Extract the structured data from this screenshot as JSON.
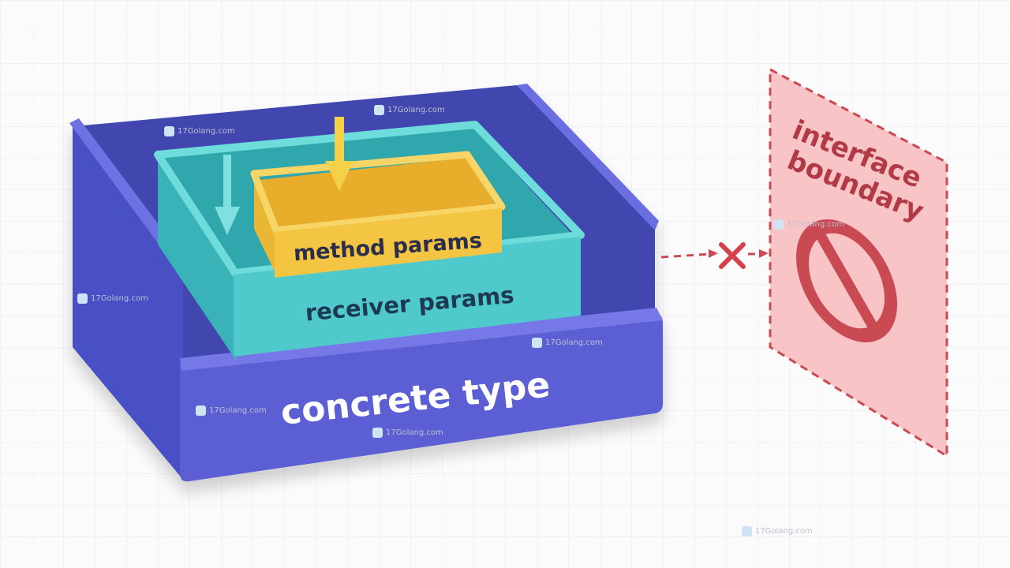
{
  "labels": {
    "outer_box": "concrete type",
    "middle_box": "receiver params",
    "inner_box": "method params",
    "boundary": [
      "interface",
      "boundary"
    ]
  },
  "watermark": "17Golang.com",
  "colors": {
    "outer_front": "#5b5fd4",
    "outer_side": "#4a4fc4",
    "outer_back": "#4247b0",
    "middle_front": "#4fc9cc",
    "middle_inner": "#2fa7ad",
    "inner_front": "#f4c542",
    "inner_inside": "#e9ad2c",
    "arrow_teal": "#7fe0de",
    "arrow_yellow": "#f7d04a",
    "boundary_fill": "#f8c4c6",
    "boundary_stroke": "#c94a52",
    "boundary_text": "#b13a44",
    "connector": "#c94a52"
  },
  "icons": [
    "down-arrow-icon",
    "cross-icon",
    "prohibited-icon"
  ]
}
